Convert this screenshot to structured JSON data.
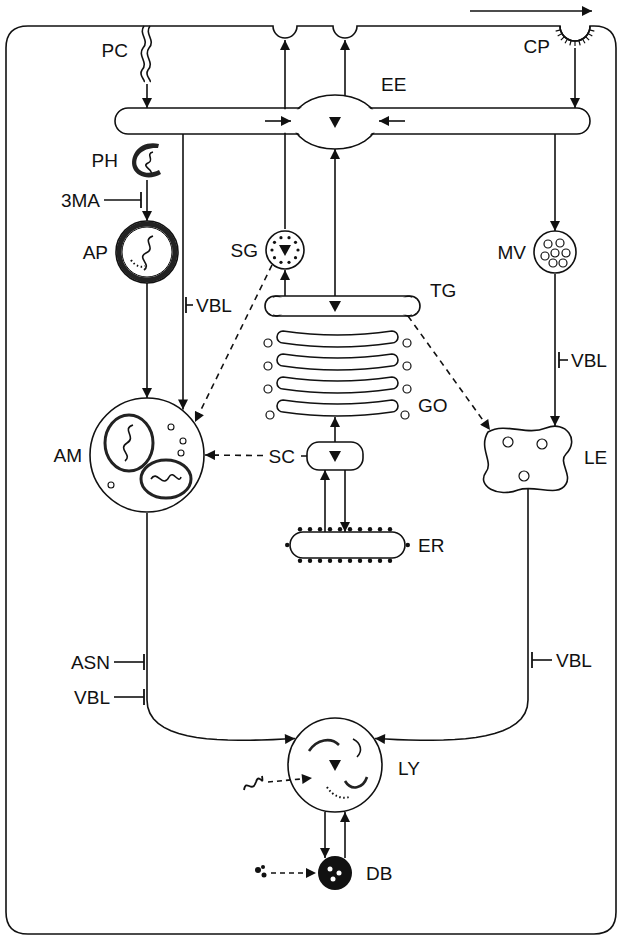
{
  "diagram": {
    "nodes": [
      {
        "text": [
          "PC"
        ]
      },
      {
        "text": [
          "CP"
        ]
      },
      {
        "text": [
          "EE"
        ]
      },
      {
        "text": [
          "PH"
        ]
      },
      {
        "text": [
          "SG"
        ]
      },
      {
        "text": [
          "MV"
        ]
      },
      {
        "text": [
          "AP"
        ]
      },
      {
        "text": [
          "TG"
        ]
      },
      {
        "text": [
          "GO"
        ]
      },
      {
        "text": [
          "AM"
        ]
      },
      {
        "text": [
          "SC"
        ]
      },
      {
        "text": [
          "LE"
        ]
      },
      {
        "text": [
          "ER"
        ]
      },
      {
        "text": [
          "LY"
        ]
      },
      {
        "text": [
          "DB"
        ]
      }
    ],
    "edges": [
      {
        "from": 0,
        "to": 2,
        "arrow": "to"
      },
      {
        "from": 1,
        "to": 2,
        "arrow": "to"
      },
      {
        "from": 2,
        "to": 5,
        "arrow": "to"
      },
      {
        "from": 2,
        "to": 9,
        "arrow": "to"
      },
      {
        "from": 4,
        "to": 9,
        "arrow": "to"
      },
      {
        "from": 7,
        "to": 4,
        "arrow": "to"
      },
      {
        "from": 7,
        "to": 2,
        "arrow": "to"
      },
      {
        "from": 7,
        "to": 11,
        "arrow": "to"
      },
      {
        "from": 5,
        "to": 11,
        "arrow": "to"
      },
      {
        "from": 3,
        "to": 6,
        "arrow": "to"
      },
      {
        "from": 6,
        "to": 9,
        "arrow": "to"
      },
      {
        "from": 10,
        "to": 8,
        "arrow": "to"
      },
      {
        "from": 10,
        "to": 12,
        "arrow": "to"
      },
      {
        "from": 12,
        "to": 10,
        "arrow": "to"
      },
      {
        "from": 10,
        "to": 9,
        "arrow": "to"
      },
      {
        "from": 9,
        "to": 13,
        "arrow": "to"
      },
      {
        "from": 11,
        "to": 13,
        "arrow": "to"
      },
      {
        "from": 13,
        "to": 14,
        "arrow": "to"
      },
      {
        "from": 14,
        "to": 13,
        "arrow": "to"
      }
    ],
    "labels": [
      "3MA",
      "VBL",
      "VBL",
      "ASN",
      "VBL",
      "VBL"
    ]
  }
}
